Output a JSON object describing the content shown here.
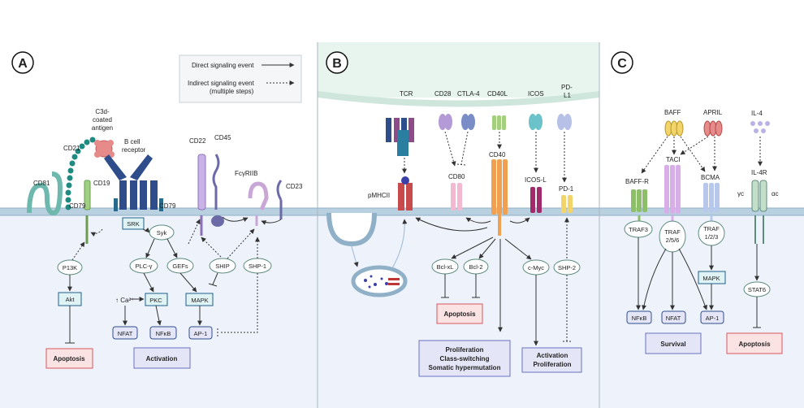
{
  "panels": {
    "a": {
      "letter": "A",
      "legend": {
        "direct": "Direct signaling event",
        "indirect_line1": "Indirect signaling event",
        "indirect_line2": "(multiple steps)"
      },
      "antigen_line1": "C3d-",
      "antigen_line2": "coated",
      "antigen_line3": "antigen",
      "bcr_line1": "B cell",
      "bcr_line2": "receptor",
      "cd21": "CD21",
      "cd81": "CD81",
      "cd19": "CD19",
      "cd79_left": "CD79",
      "cd79_right": "CD79",
      "cd22": "CD22",
      "cd45": "CD45",
      "fcgr": "FcγRIIB",
      "cd23": "CD23",
      "srk": "SRK",
      "syk": "Syk",
      "p13k": "P13K",
      "akt": "Akt",
      "plcg": "PLC-γ",
      "gefs": "GEFs",
      "ship": "SHIP",
      "shp1": "SHP-1",
      "ca": "↑ Ca²⁺",
      "pkc": "PKC",
      "mapk": "MAPK",
      "nfat": "NFAT",
      "nfkb": "NFκB",
      "ap1": "AP-1",
      "apoptosis": "Apoptosis",
      "activation": "Activation"
    },
    "b": {
      "letter": "B",
      "tcr": "TCR",
      "cd28": "CD28",
      "ctla4": "CTLA-4",
      "cd40l": "CD40L",
      "icos": "ICOS",
      "pdl1_line1": "PD-",
      "pdl1_line2": "L1",
      "pmhcii": "pMHCII",
      "cd80": "CD80",
      "cd40": "CD40",
      "icosl": "ICOS-L",
      "pd1": "PD-1",
      "bclxl": "Bcl-xL",
      "bcl2": "Bcl-2",
      "cmyc": "c-Myc",
      "shp2": "SHP-2",
      "apoptosis": "Apoptosis",
      "outcome1_line1": "Proliferation",
      "outcome1_line2": "Class-switching",
      "outcome1_line3": "Somatic hypermutation",
      "outcome2_line1": "Activation",
      "outcome2_line2": "Proliferation"
    },
    "c": {
      "letter": "C",
      "baff": "BAFF",
      "april": "APRIL",
      "il4": "IL-4",
      "baffr": "BAFF-R",
      "taci": "TACI",
      "bcma": "BCMA",
      "il4r": "IL-4R",
      "gamma_c": "γc",
      "alpha_c": "αc",
      "traf3": "TRAF3",
      "traf256_line1": "TRAF",
      "traf256_line2": "2/5/6",
      "traf123_line1": "TRAF",
      "traf123_line2": "1/2/3",
      "mapk": "MAPK",
      "stat6": "STAT6",
      "nfkb": "NFκB",
      "nfat": "NFAT",
      "ap1": "AP-1",
      "survival": "Survival",
      "apoptosis": "Apoptosis"
    }
  },
  "colors": {
    "cytoplasm": "#eef3fb",
    "membrane": "#a8c3d6",
    "tcell": "#e8f4ee",
    "divider": "#a9b4c0",
    "node_border": "#5e8b7e",
    "box_blue": "#1f5f8b",
    "apoptosis_fill": "#fbe3e4",
    "apoptosis_border": "#d9545e",
    "outcome_fill": "#e4e6f7",
    "outcome_border": "#6b71c2"
  }
}
